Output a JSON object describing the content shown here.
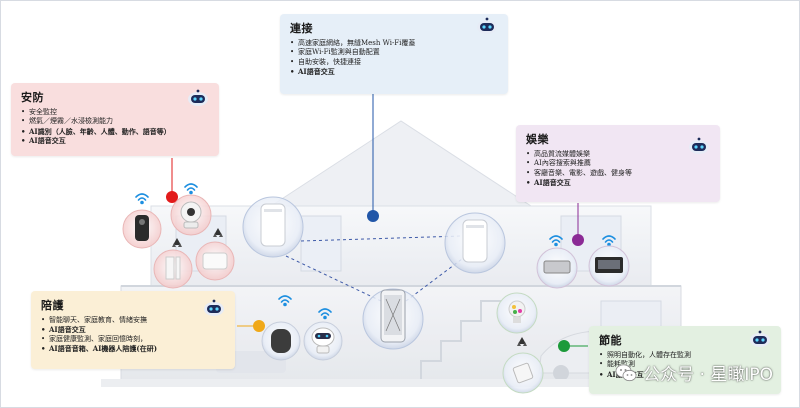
{
  "panels": {
    "connect": {
      "title": "連接",
      "items": [
        "高速家庭網絡，無縫Mesh Wi-Fi覆蓋",
        "家庭Wi-Fi監測與自動配置",
        "自助安裝，快捷連接",
        "AI語音交互"
      ],
      "color": "#e6eff8"
    },
    "security": {
      "title": "安防",
      "items": [
        "安全監控",
        "燃氣／煙霧／水浸檢測能力",
        "AI識別（人臉、年齡、人體、動作、語音等）",
        "AI語音交互"
      ],
      "color": "#f9dede"
    },
    "entertainment": {
      "title": "娛樂",
      "items": [
        "高品質流媒體娛樂",
        "AI內容搜索與推薦",
        "客廳音樂、電影、遊戲、健身等",
        "AI語音交互"
      ],
      "color": "#f1e6f3"
    },
    "companion": {
      "title": "陪護",
      "items": [
        "智能聊天、家庭教育、情緒安撫",
        "AI語音交互",
        "家庭健康監測、家庭回憶時刻，",
        "AI語音音箱、AI機器人陪護(在研)"
      ],
      "color": "#fbefd6"
    },
    "energy": {
      "title": "節能",
      "items": [
        "照明自動化，人體存在監測",
        "能耗監測",
        "AI語音交互"
      ],
      "color": "#e3f0e1"
    }
  },
  "accent_colors": {
    "connect_dot": "#2156a8",
    "security_dot": "#e21b1b",
    "entertainment_dot": "#8b2a95",
    "companion_dot": "#f0a818",
    "energy_dot": "#1c9a3a"
  },
  "watermark": {
    "text": "公众号 · 星瞰IPO",
    "icon": "wechat-icon"
  }
}
